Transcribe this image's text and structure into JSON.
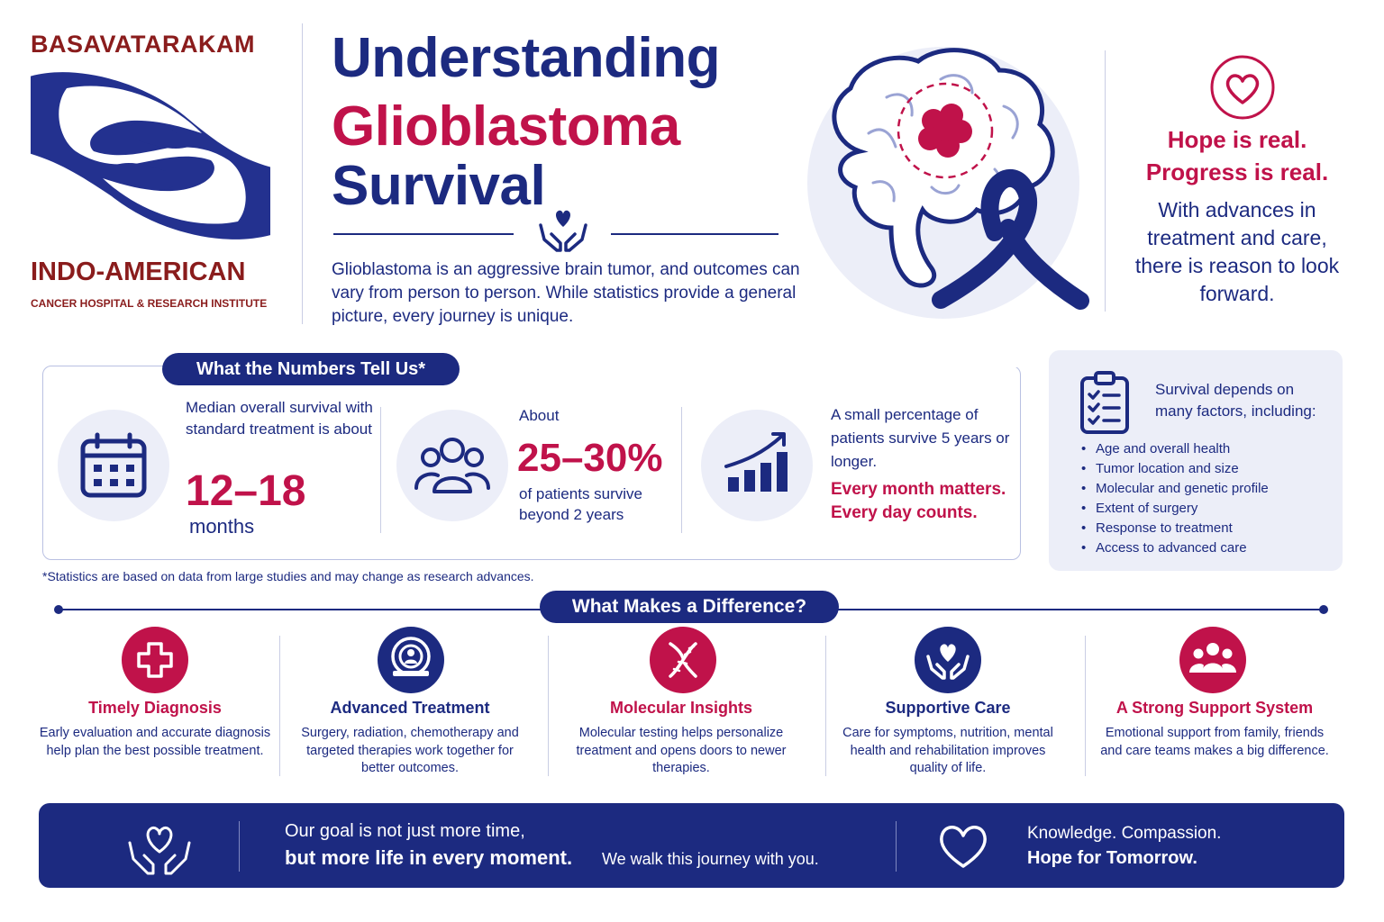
{
  "logo": {
    "top": "BASAVATARAKAM",
    "middle": "INDO-AMERICAN",
    "subtitle": "CANCER HOSPITAL & RESEARCH INSTITUTE"
  },
  "title": {
    "line1": "Understanding",
    "line2": "Glioblastoma",
    "line3": "Survival"
  },
  "intro": "Glioblastoma is an aggressive brain tumor, and outcomes can vary from person to person. While statistics provide a general picture, every journey is unique.",
  "hope": {
    "line1": "Hope is real.",
    "line2": "Progress is real.",
    "text": "With advances in treatment and care, there is reason to look forward."
  },
  "numbers": {
    "heading": "What the Numbers Tell Us*",
    "stat1": {
      "label": "Median overall survival with standard treatment is about",
      "value": "12–18",
      "unit": "months"
    },
    "stat2": {
      "pre": "About",
      "value": "25–30%",
      "label": "of patients survive beyond 2 years"
    },
    "stat3": {
      "label": "A small percentage of patients survive 5 years or longer.",
      "em1": "Every month matters.",
      "em2": "Every day counts."
    },
    "footnote": "*Statistics are based on data from large studies and may change as research advances."
  },
  "factors": {
    "title": "Survival depends on many factors, including:",
    "items": [
      "Age and overall health",
      "Tumor location and size",
      "Molecular and genetic profile",
      "Extent of surgery",
      "Response to treatment",
      "Access to advanced care"
    ]
  },
  "difference": {
    "heading": "What Makes a Difference?",
    "items": [
      {
        "icon": "medical-cross-icon",
        "title": "Timely Diagnosis",
        "text": "Early evaluation and accurate diagnosis help plan the best possible treatment.",
        "color": "#c0124a"
      },
      {
        "icon": "radiation-machine-icon",
        "title": "Advanced Treatment",
        "text": "Surgery, radiation, chemotherapy and targeted therapies work together for better outcomes.",
        "color": "#1c2a80"
      },
      {
        "icon": "dna-icon",
        "title": "Molecular Insights",
        "text": "Molecular testing helps personalize treatment and opens doors to newer therapies.",
        "color": "#c0124a"
      },
      {
        "icon": "heart-hands-icon",
        "title": "Supportive Care",
        "text": "Care for symptoms, nutrition, mental health and rehabilitation improves quality of life.",
        "color": "#1c2a80"
      },
      {
        "icon": "group-icon",
        "title": "A Strong Support System",
        "text": "Emotional support from family, friends and care teams makes a big difference.",
        "color": "#c0124a"
      }
    ]
  },
  "footer": {
    "left_line1": "Our goal is not just more time,",
    "left_line2": "but more life in every moment.",
    "left_line3": "We walk this journey with you.",
    "right_line1": "Knowledge. Compassion.",
    "right_line2": "Hope for Tomorrow."
  },
  "colors": {
    "navy": "#1c2a80",
    "crimson": "#c0124a",
    "maroon": "#8a1c1c",
    "tint": "#eceef8"
  }
}
